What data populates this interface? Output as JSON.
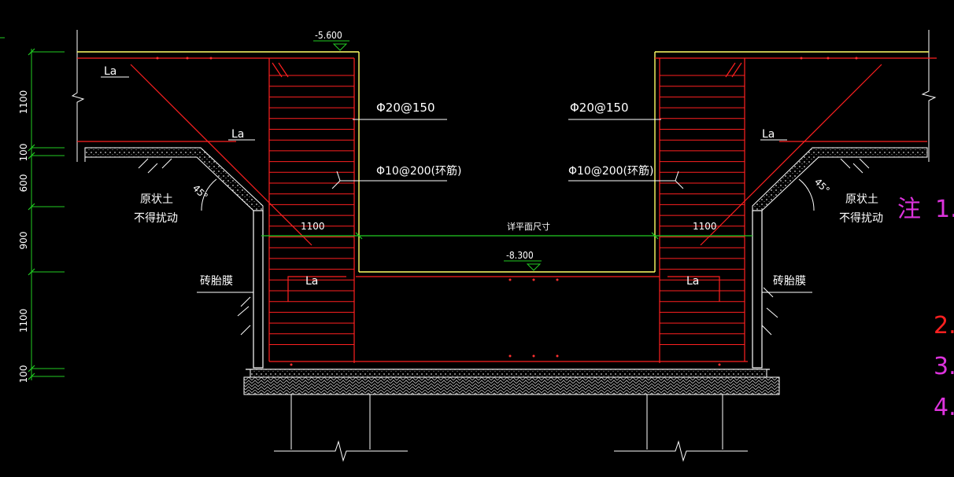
{
  "drawing": {
    "elevation_top": "-5.600",
    "elevation_bottom": "-8.300",
    "rebar_main_left": "Φ20@150",
    "rebar_main_right": "Φ20@150",
    "rebar_stirrup_left": "Φ10@200(环筋)",
    "rebar_stirrup_right": "Φ10@200(环筋)",
    "center_label": "详平面尺寸",
    "width_left": "1100",
    "width_right": "1100",
    "anchor_labels": [
      "La",
      "La",
      "La",
      "La",
      "La"
    ],
    "soil_note_line1": "原状土",
    "soil_note_line2": "不得扰动",
    "brick_mold": "砖胎膜",
    "angle": "45°",
    "dimensions": [
      "1100",
      "100",
      "600",
      "900",
      "1100",
      "100"
    ],
    "notes": [
      "注",
      "1.",
      "2.",
      "3.",
      "4."
    ]
  },
  "colors": {
    "background": "#000000",
    "concrete_outline": "#ffff66",
    "rebar": "#ff2020",
    "dimension": "#22cc22",
    "text": "#ffffff",
    "note_magenta": "#dd33dd",
    "note_red": "#ff2020"
  }
}
